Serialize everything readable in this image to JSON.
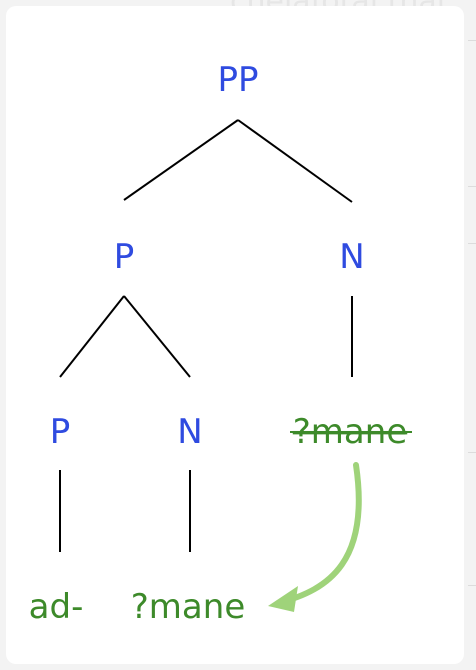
{
  "background_text": "chelafotal that",
  "tree": {
    "root": "PP",
    "p_node": "P",
    "n_node": "N",
    "p_child": "P",
    "n_child": "N",
    "moved_word": "?mane",
    "leaf_prefix": "ad-",
    "leaf_noun": "?mane"
  },
  "colors": {
    "node": "#2f4be0",
    "leaf": "#3d8a2a",
    "arrow": "#9fd37a",
    "line": "#000000"
  }
}
